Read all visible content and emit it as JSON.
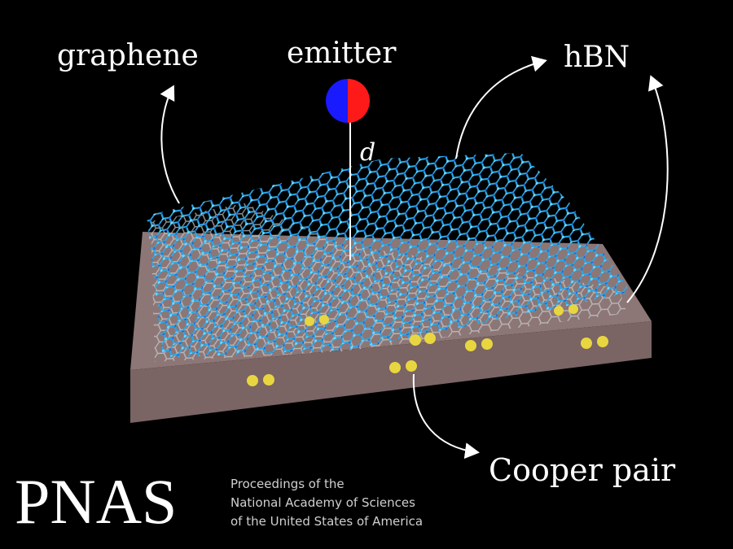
{
  "labels": {
    "graphene": "graphene",
    "emitter": "emitter",
    "distance": "d",
    "hbn": "hBN",
    "cooper_pair": "Cooper pair"
  },
  "logo": {
    "name": "PNAS",
    "line1": "Proceedings of the",
    "line2": "National Academy of Sciences",
    "line3": "of the United States of America"
  },
  "colors": {
    "background": "#000000",
    "lattice": "#2aa8e8",
    "slab": "#8c7676",
    "emitter_blue": "#1a1aff",
    "emitter_red": "#ff1a1a",
    "cooper_pair": "#e8d640"
  }
}
